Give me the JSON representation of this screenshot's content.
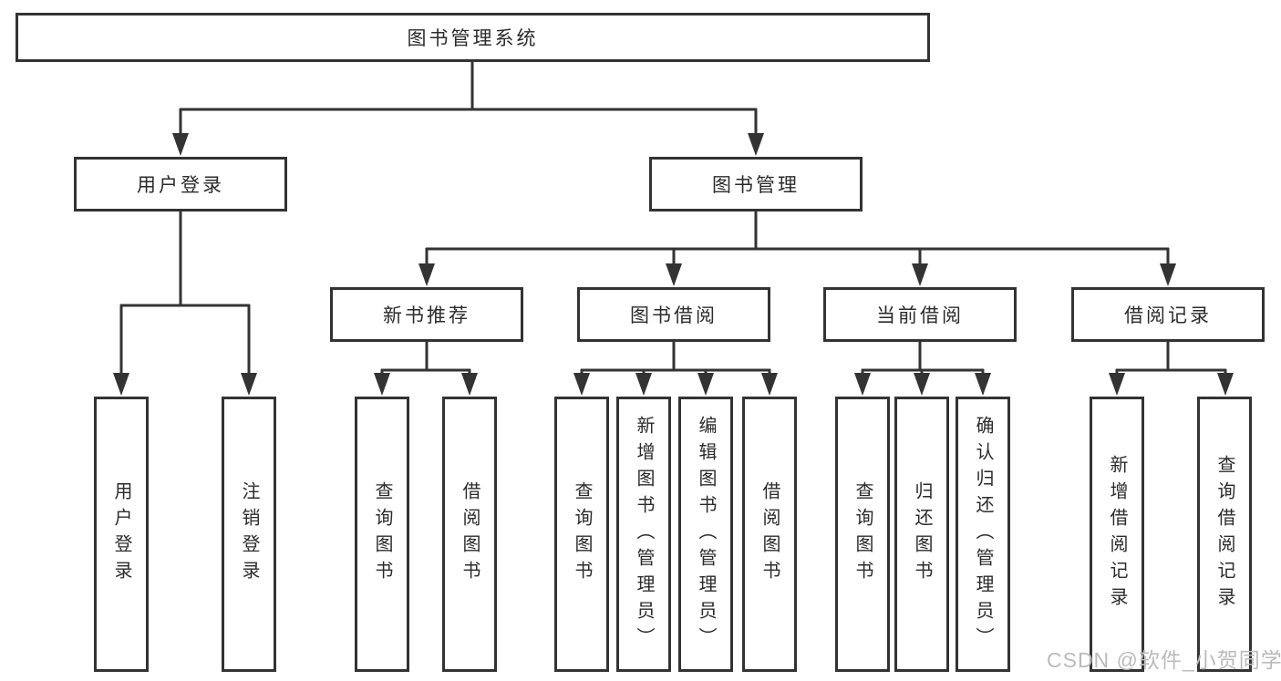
{
  "diagram": {
    "root": {
      "label": "图书管理系统"
    },
    "level2": [
      {
        "label": "用户登录"
      },
      {
        "label": "图书管理"
      }
    ],
    "level3": [
      {
        "label": "新书推荐"
      },
      {
        "label": "图书借阅"
      },
      {
        "label": "当前借阅"
      },
      {
        "label": "借阅记录"
      }
    ],
    "leafGroups": [
      {
        "parent": "用户登录",
        "children": [
          {
            "label": "用户登录"
          },
          {
            "label": "注销登录"
          }
        ]
      },
      {
        "parent": "新书推荐",
        "children": [
          {
            "label": "查询图书"
          },
          {
            "label": "借阅图书"
          }
        ]
      },
      {
        "parent": "图书借阅",
        "children": [
          {
            "label": "查询图书"
          },
          {
            "label": "新增图书（管理员）"
          },
          {
            "label": "编辑图书（管理员）"
          },
          {
            "label": "借阅图书"
          }
        ]
      },
      {
        "parent": "当前借阅",
        "children": [
          {
            "label": "查询图书"
          },
          {
            "label": "归还图书"
          },
          {
            "label": "确认归还（管理员）"
          }
        ]
      },
      {
        "parent": "借阅记录",
        "children": [
          {
            "label": "新增借阅记录"
          },
          {
            "label": "查询借阅记录"
          }
        ]
      }
    ],
    "watermark": "CSDN @软件_小贺同学"
  },
  "colors": {
    "line": "#333333",
    "text": "#2b2b2b",
    "background": "#ffffff",
    "watermark": "#bbbbbb"
  }
}
